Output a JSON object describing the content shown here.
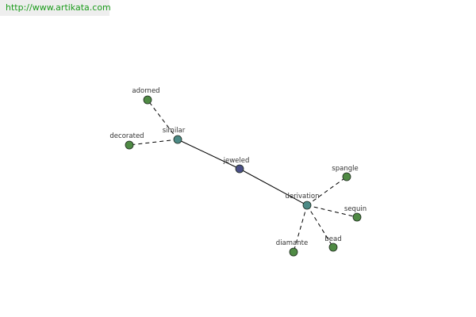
{
  "site_url": "http://www.artikata.com",
  "colors": {
    "center_node": "#4a4f86",
    "relation_node": "#4c8a86",
    "word_node": "#4f8a44",
    "edge": "#000000",
    "url_text": "#1a9b1a"
  },
  "graph": {
    "center": {
      "id": "jeweled",
      "label": "jeweled"
    },
    "relations": [
      {
        "id": "similar",
        "label": "similar"
      },
      {
        "id": "derivation",
        "label": "derivation"
      }
    ],
    "words": [
      {
        "id": "adorned",
        "label": "adorned",
        "relation": "similar"
      },
      {
        "id": "decorated",
        "label": "decorated",
        "relation": "similar"
      },
      {
        "id": "spangle",
        "label": "spangle",
        "relation": "derivation"
      },
      {
        "id": "sequin",
        "label": "sequin",
        "relation": "derivation"
      },
      {
        "id": "bead",
        "label": "bead",
        "relation": "derivation"
      },
      {
        "id": "diamante",
        "label": "diamante",
        "relation": "derivation"
      }
    ]
  }
}
